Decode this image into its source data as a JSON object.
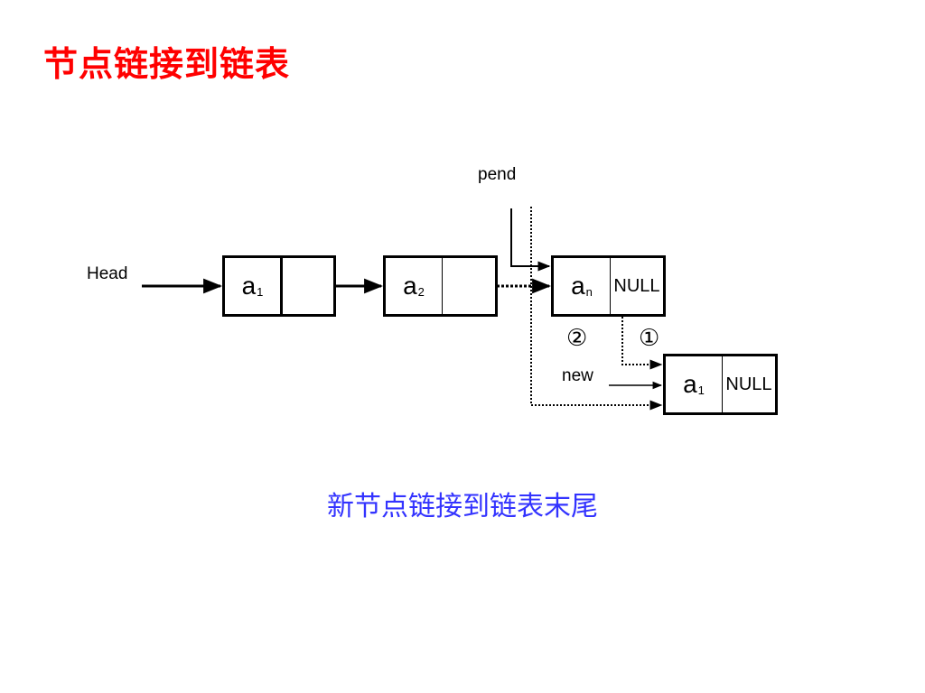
{
  "title": "节点链接到链表",
  "caption": "新节点链接到链表末尾",
  "labels": {
    "pend": "pend",
    "head": "Head",
    "new": "new",
    "step2": "②",
    "step1": "①"
  },
  "nodes": [
    {
      "id": "a1",
      "value": "a",
      "sub": "1",
      "next": ""
    },
    {
      "id": "a2",
      "value": "a",
      "sub": "2",
      "next": ""
    },
    {
      "id": "an",
      "value": "a",
      "sub": "n",
      "next": "NULL"
    },
    {
      "id": "new",
      "value": "a",
      "sub": "1",
      "next": "NULL"
    }
  ],
  "colors": {
    "title": "#ff0000",
    "caption": "#3333ff",
    "line": "#000000"
  }
}
